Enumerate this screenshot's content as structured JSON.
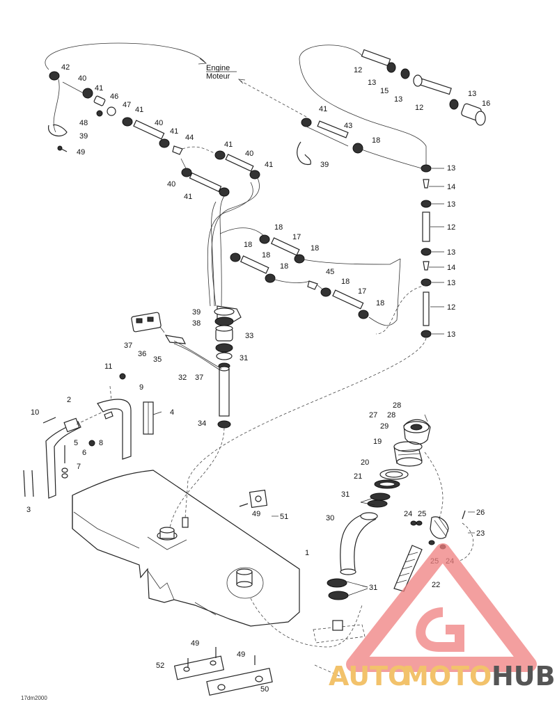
{
  "engine_label": {
    "line1": "Engine",
    "line2": "Moteur"
  },
  "drawing_code": "17dm2000",
  "watermark": {
    "word1": "AUTO",
    "word2": "MOTO",
    "word3": "HUB",
    "color_light": "#f2c26b",
    "color_dark": "#555555",
    "logo_color": "#f08080"
  },
  "callouts": [
    "42",
    "40",
    "41",
    "46",
    "47",
    "48",
    "39",
    "49",
    "41",
    "40",
    "41",
    "44",
    "41",
    "40",
    "41",
    "40",
    "41",
    "12",
    "13",
    "15",
    "13",
    "12",
    "13",
    "16",
    "41",
    "43",
    "18",
    "39",
    "13",
    "14",
    "13",
    "12",
    "13",
    "14",
    "13",
    "12",
    "13",
    "18",
    "17",
    "18",
    "18",
    "18",
    "45",
    "18",
    "17",
    "18",
    "39",
    "38",
    "33",
    "31",
    "37",
    "36",
    "35",
    "32",
    "37",
    "34",
    "11",
    "9",
    "10",
    "2",
    "4",
    "5",
    "8",
    "6",
    "7",
    "3",
    "28",
    "27",
    "28",
    "29",
    "19",
    "20",
    "21",
    "31",
    "30",
    "24",
    "25",
    "26",
    "23",
    "25",
    "24",
    "22",
    "31",
    "49",
    "51",
    "1",
    "49",
    "49",
    "52",
    "50"
  ]
}
